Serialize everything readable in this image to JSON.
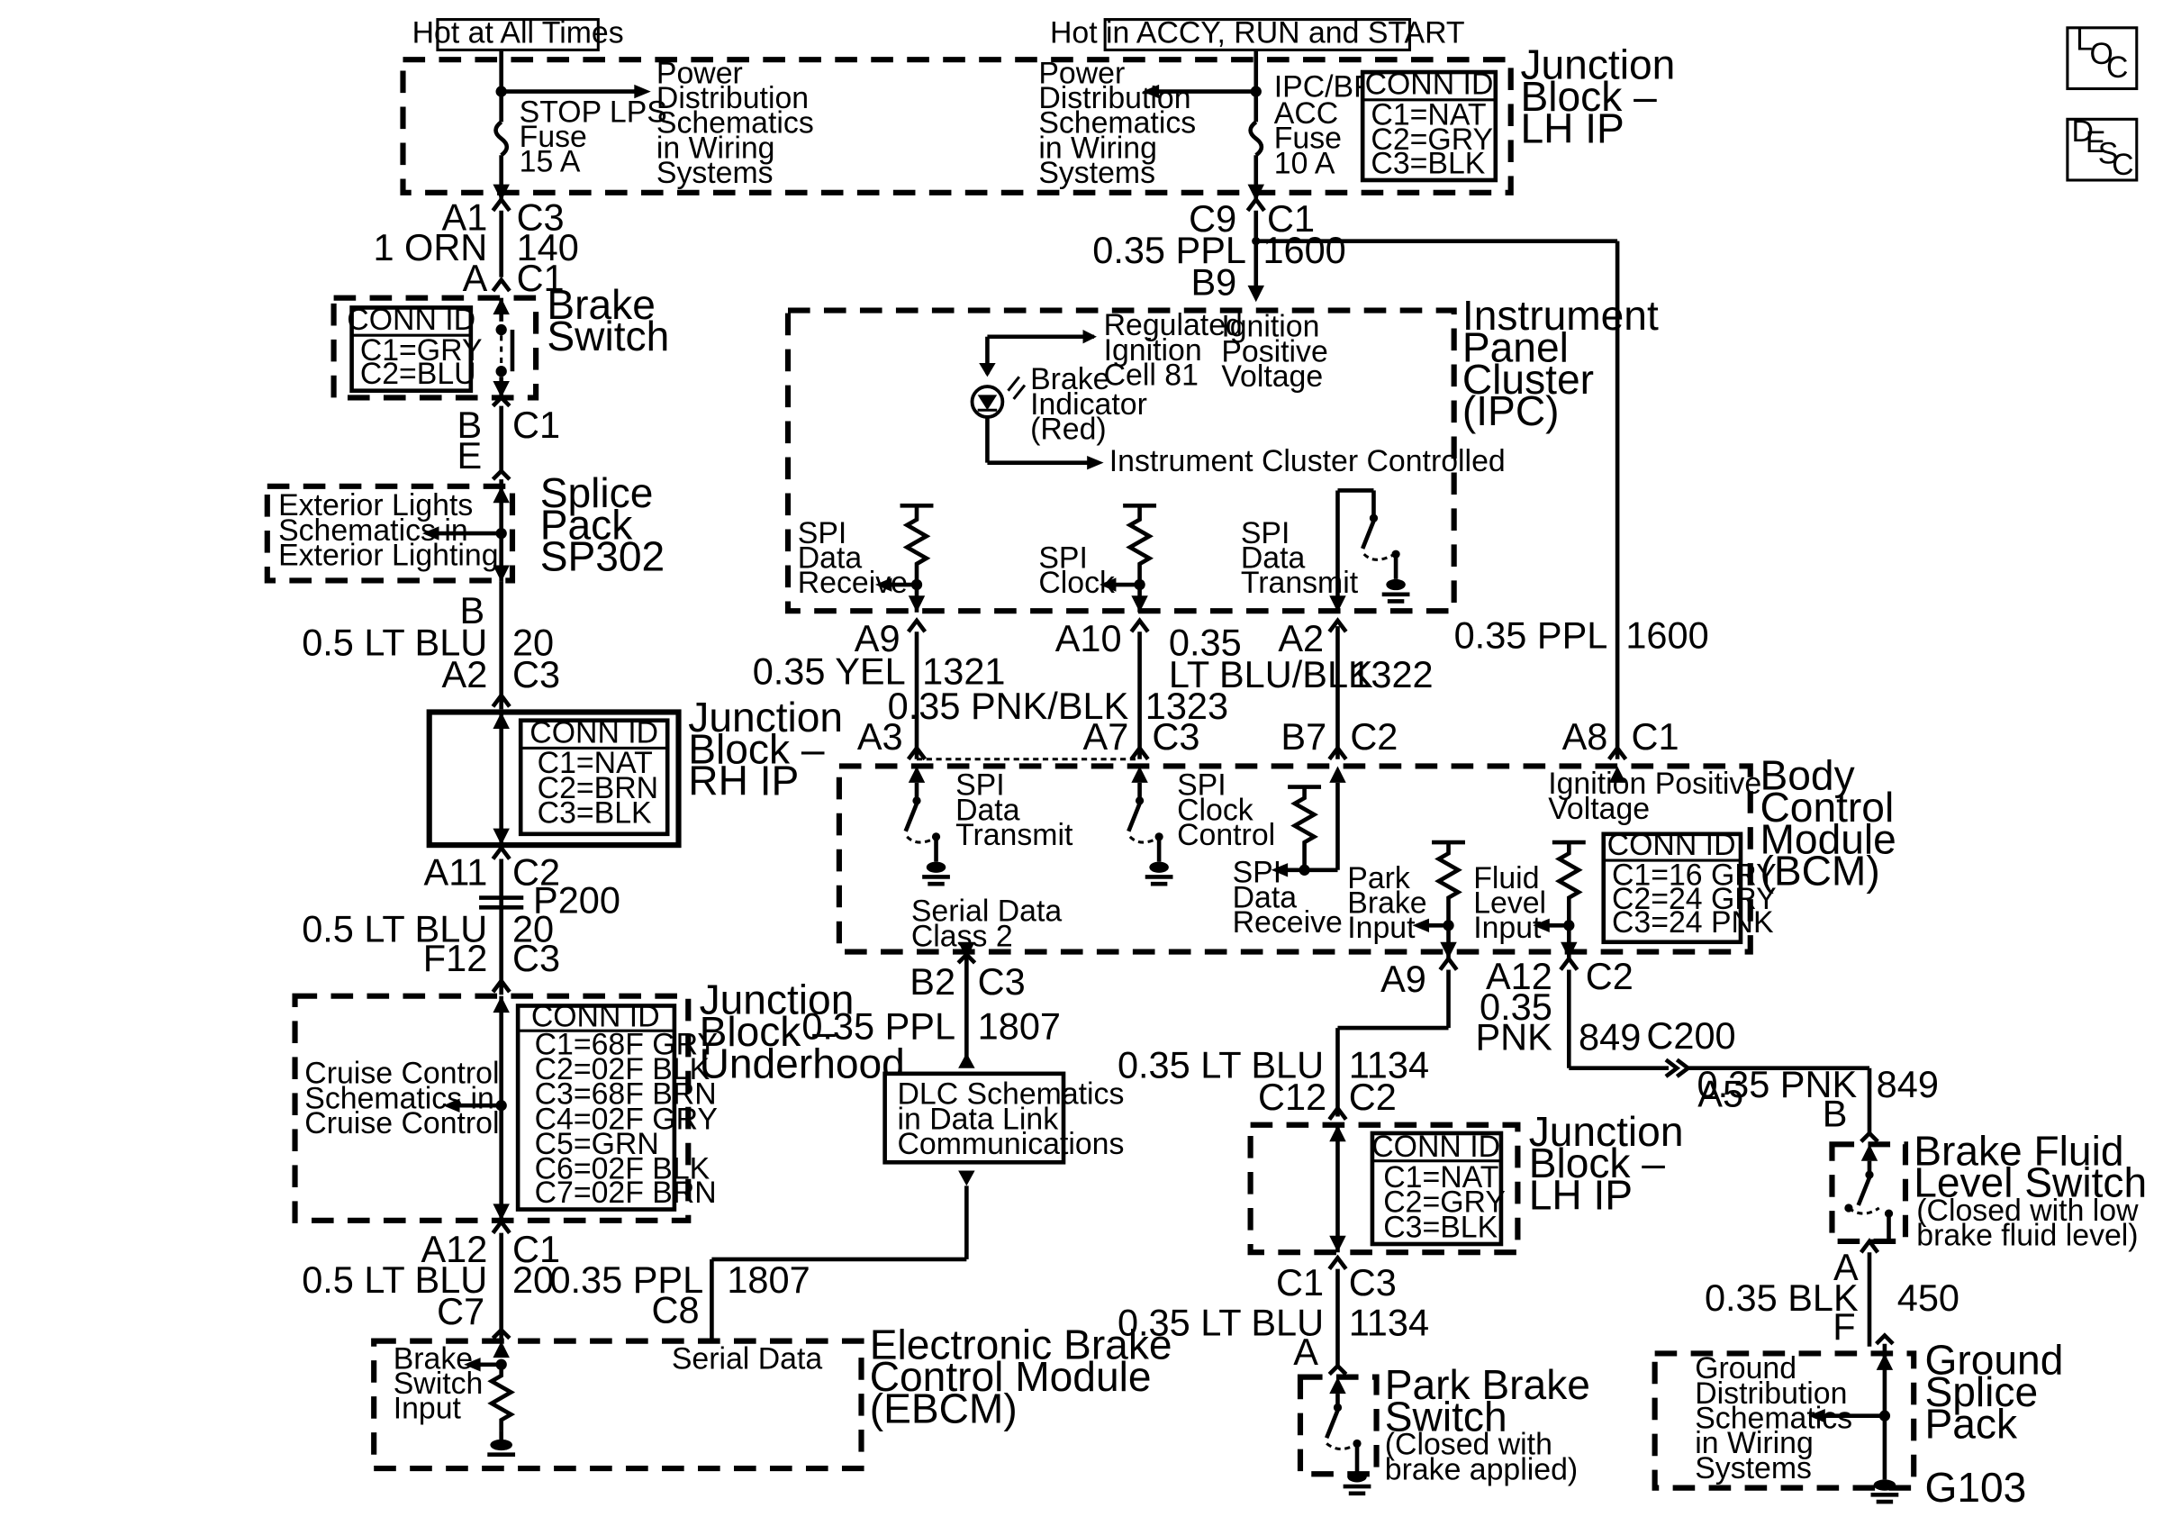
{
  "headers": {
    "hot_all": "Hot at All Times",
    "hot_accy": "Hot in ACCY, RUN and START"
  },
  "loc_icon": "LOC",
  "desc_icon": "DESC",
  "jb_lh_top": {
    "title": [
      "Junction",
      "Block –",
      "LH IP"
    ],
    "pd_left": [
      "Power",
      "Distribution",
      "Schematics",
      "in Wiring",
      "Systems"
    ],
    "pd_right": [
      "Power",
      "Distribution",
      "Schematics",
      "in Wiring",
      "Systems"
    ],
    "fuse_left": [
      "STOP LPS",
      "Fuse",
      "15 A"
    ],
    "fuse_right": [
      "IPC/BFC",
      "ACC",
      "Fuse",
      "10 A"
    ],
    "conn": [
      "CONN ID",
      "C1=NAT",
      "C2=GRY",
      "C3=BLK"
    ]
  },
  "left_wire": {
    "a1": "A1",
    "c3a": "C3",
    "orn": "1 ORN",
    "n140": "140",
    "a": "A",
    "c1a": "C1",
    "brake_switch": [
      "Brake",
      "Switch"
    ],
    "bs_conn": [
      "CONN ID",
      "C1=GRY",
      "C2=BLU"
    ],
    "b1": "B",
    "c1b": "C1",
    "e": "E",
    "splice": [
      "Splice",
      "Pack",
      "SP302"
    ],
    "ext": [
      "Exterior Lights",
      "Schematics in",
      "Exterior Lighting"
    ],
    "b2": "B",
    "ltblu1": "0.5 LT BLU",
    "n20a": "20",
    "a2": "A2",
    "c3b": "C3",
    "jb_rh": [
      "Junction",
      "Block –",
      "RH IP"
    ],
    "jb_rh_conn": [
      "CONN ID",
      "C1=NAT",
      "C2=BRN",
      "C3=BLK"
    ],
    "a11": "A11",
    "c2": "C2",
    "p200": "P200",
    "ltblu2": "0.5 LT BLU",
    "n20b": "20",
    "f12": "F12",
    "c3c": "C3",
    "jb_uh": [
      "Junction",
      "Block –",
      "Underhood"
    ],
    "jb_uh_conn": [
      "CONN ID",
      "C1=68F GRY",
      "C2=02F BLK",
      "C3=68F BRN",
      "C4=02F GRY",
      "C5=GRN",
      "C6=02F BLK",
      "C7=02F BRN"
    ],
    "cruise": [
      "Cruise Control",
      "Schematics in",
      "Cruise Control"
    ],
    "a12": "A12",
    "c1c": "C1",
    "ltblu3": "0.5 LT BLU",
    "n20c": "20",
    "c7": "C7"
  },
  "ebcm": {
    "title": [
      "Electronic Brake",
      "Control Module",
      "(EBCM)"
    ],
    "bsi": [
      "Brake",
      "Switch",
      "Input"
    ],
    "serial": "Serial Data",
    "ppl": "0.35 PPL",
    "n1807": "1807",
    "c8": "C8"
  },
  "ipc": {
    "title": [
      "Instrument",
      "Panel",
      "Cluster",
      "(IPC)"
    ],
    "c9": "C9",
    "c1": "C1",
    "ppl": "0.35 PPL",
    "n1600": "1600",
    "b9": "B9",
    "reg": [
      "Regulated",
      "Ignition",
      "Cell 81"
    ],
    "ipv": [
      "Ignition",
      "Positive",
      "Voltage"
    ],
    "brake_ind": [
      "Brake",
      "Indicator",
      "(Red)"
    ],
    "icc": "Instrument Cluster Controlled",
    "spi_rx": [
      "SPI",
      "Data",
      "Receive"
    ],
    "spi_clk": [
      "SPI",
      "Clock"
    ],
    "spi_tx": [
      "SPI",
      "Data",
      "Transmit"
    ]
  },
  "mid": {
    "a9": "A9",
    "yel": "0.35 YEL",
    "n1321": "1321",
    "a10": "A10",
    "pnkblk": "0.35 PNK/BLK",
    "n1323": "1323",
    "n035": "0.35",
    "ltblublk": "LT BLU/BLK",
    "n1322": "1322",
    "a2": "A2",
    "ppl1600": "0.35 PPL",
    "n1600b": "1600",
    "a3": "A3",
    "a7": "A7",
    "c3": "C3",
    "b7": "B7",
    "c2": "C2",
    "a8": "A8",
    "c1": "C1"
  },
  "bcm": {
    "title": [
      "Body",
      "Control",
      "Module",
      "(BCM)"
    ],
    "spi_tx": [
      "SPI",
      "Data",
      "Transmit"
    ],
    "spi_clk": [
      "SPI",
      "Clock",
      "Control"
    ],
    "spi_rx": [
      "SPI",
      "Data",
      "Receive"
    ],
    "serial": [
      "Serial Data",
      "Class 2"
    ],
    "pbi": [
      "Park",
      "Brake",
      "Input"
    ],
    "fli": [
      "Fluid",
      "Level",
      "Input"
    ],
    "ipv": [
      "Ignition Positive",
      "Voltage"
    ],
    "conn": [
      "CONN ID",
      "C1=16 GRY",
      "C2=24 GRY",
      "C3=24 PNK"
    ]
  },
  "dlc": {
    "b2": "B2",
    "c3": "C3",
    "ppl": "0.35 PPL",
    "n1807": "1807",
    "box": [
      "DLC Schematics",
      "in Data Link",
      "Communications"
    ]
  },
  "lower_mid": {
    "a9": "A9",
    "a12": "A12",
    "c2": "C2",
    "n035": "0.35",
    "pnk": "PNK",
    "n849": "849",
    "c200": "C200",
    "ltblu": "0.35 LT BLU",
    "n1134": "1134",
    "c12": "C12",
    "c2b": "C2",
    "jb_lh": [
      "Junction",
      "Block –",
      "LH IP"
    ],
    "jb_lh_conn": [
      "CONN ID",
      "C1=NAT",
      "C2=GRY",
      "C3=BLK"
    ],
    "c1": "C1",
    "c3": "C3",
    "ltblu2": "0.35 LT BLU",
    "n1134b": "1134",
    "a": "A",
    "pbs": [
      "Park Brake",
      "Switch"
    ],
    "pbs_note": [
      "(Closed with",
      "brake applied)"
    ]
  },
  "right": {
    "a5": "A5",
    "pnk849": "0.35 PNK",
    "n849b": "849",
    "b": "B",
    "bfl": [
      "Brake Fluid",
      "Level Switch"
    ],
    "bfl_note": [
      "(Closed with low",
      "brake fluid level)"
    ],
    "a": "A",
    "blk": "0.35 BLK",
    "n450": "450",
    "f": "F",
    "gsp": [
      "Ground",
      "Splice",
      "Pack"
    ],
    "gd": [
      "Ground",
      "Distribution",
      "Schematics",
      "in Wiring",
      "Systems"
    ],
    "g103": "G103"
  }
}
